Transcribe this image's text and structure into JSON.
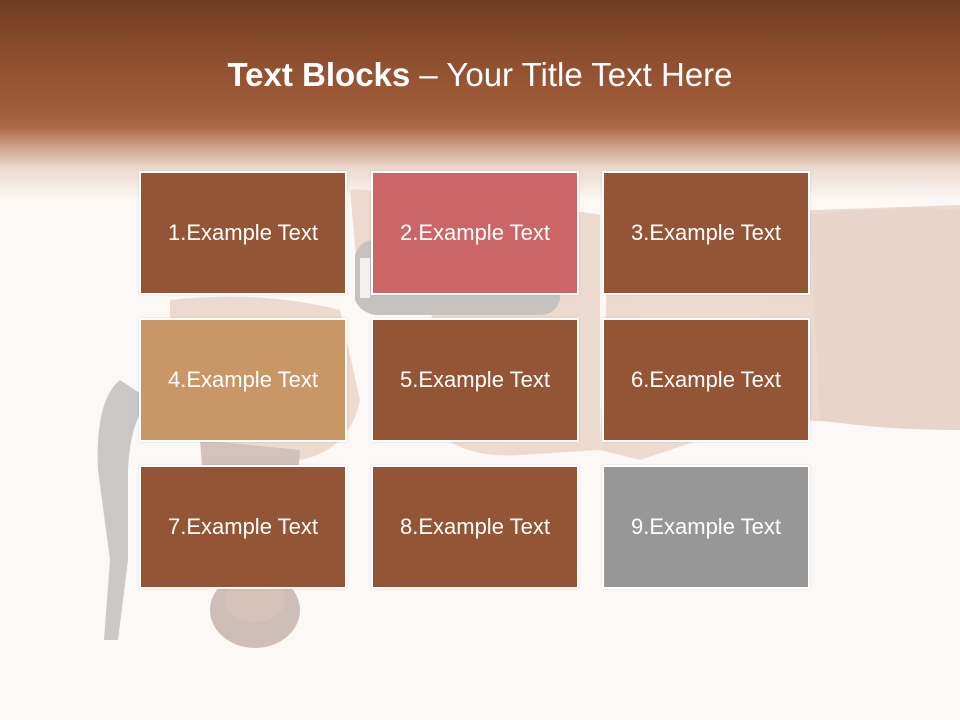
{
  "title": {
    "bold": "Text Blocks",
    "dash": " – ",
    "rest": "Your Title Text Here"
  },
  "colors": {
    "header": "#a05d3b",
    "brown": "#935535",
    "rose": "#cc6666",
    "tan": "#c99665",
    "gray": "#979797"
  },
  "blocks": [
    {
      "label": "1.Example Text",
      "color": "#935535"
    },
    {
      "label": "2.Example Text",
      "color": "#cc6666"
    },
    {
      "label": "3.Example Text",
      "color": "#935535"
    },
    {
      "label": "4.Example Text",
      "color": "#c99665"
    },
    {
      "label": "5.Example Text",
      "color": "#935535"
    },
    {
      "label": "6.Example Text",
      "color": "#935535"
    },
    {
      "label": "7.Example Text",
      "color": "#935535"
    },
    {
      "label": "8.Example Text",
      "color": "#935535"
    },
    {
      "label": "9.Example Text",
      "color": "#979797"
    }
  ]
}
